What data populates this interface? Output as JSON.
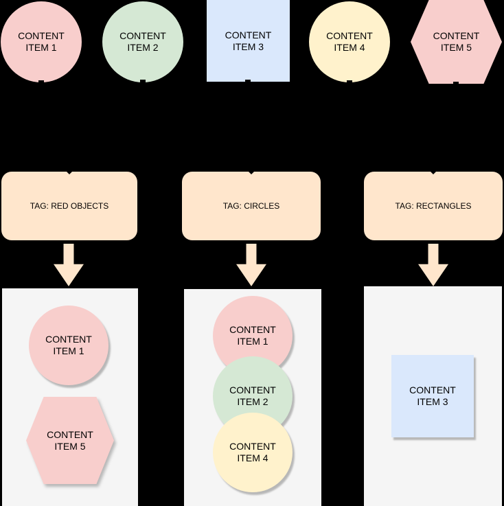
{
  "diagram": {
    "background_color": "#000000",
    "text_color": "#000000",
    "arrow_color": "#ffe6cc",
    "top_items": [
      {
        "shape": "circle",
        "fill": "#f8cecc",
        "label": "CONTENT\nITEM 1"
      },
      {
        "shape": "circle",
        "fill": "#d5e8d4",
        "label": "CONTENT\nITEM 2"
      },
      {
        "shape": "square",
        "fill": "#dae8fc",
        "label": "CONTENT\nITEM 3"
      },
      {
        "shape": "circle",
        "fill": "#fff2cc",
        "label": "CONTENT\nITEM 4"
      },
      {
        "shape": "hexagon",
        "fill": "#f8cecc",
        "label": "CONTENT\nITEM 5"
      }
    ],
    "tags": [
      {
        "label": "TAG: RED OBJECTS",
        "fill": "#ffe6cc"
      },
      {
        "label": "TAG: CIRCLES",
        "fill": "#ffe6cc"
      },
      {
        "label": "TAG: RECTANGLES",
        "fill": "#ffe6cc"
      }
    ],
    "groups": [
      {
        "container_fill": "#f5f5f5",
        "items": [
          {
            "shape": "circle",
            "fill": "#f8cecc",
            "label": "CONTENT\nITEM 1"
          },
          {
            "shape": "hexagon",
            "fill": "#f8cecc",
            "label": "CONTENT\nITEM 5"
          }
        ]
      },
      {
        "container_fill": "#f5f5f5",
        "items": [
          {
            "shape": "circle",
            "fill": "#f8cecc",
            "label": "CONTENT\nITEM 1"
          },
          {
            "shape": "circle",
            "fill": "#d5e8d4",
            "label": "CONTENT\nITEM 2"
          },
          {
            "shape": "circle",
            "fill": "#fff2cc",
            "label": "CONTENT\nITEM 4"
          }
        ]
      },
      {
        "container_fill": "#f5f5f5",
        "items": [
          {
            "shape": "square",
            "fill": "#dae8fc",
            "label": "CONTENT\nITEM 3"
          }
        ]
      }
    ]
  }
}
